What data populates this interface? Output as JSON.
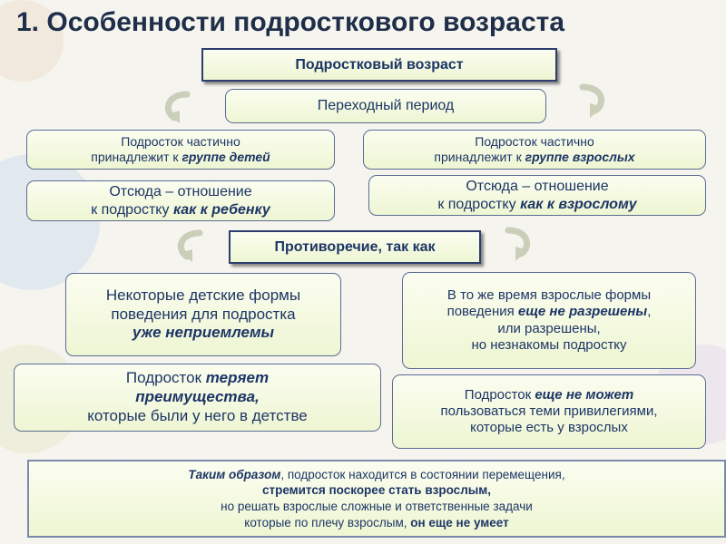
{
  "title": "1. Особенности подросткового возраста",
  "header_box": "Подростковый возраст",
  "transition_box": "Переходный период",
  "left": {
    "group": {
      "line1": "Подросток частично",
      "line2_pre": "принадлежит к ",
      "line2_em": "группе детей"
    },
    "attitude": {
      "line1": "Отсюда – отношение",
      "line2_pre": "к подростку ",
      "line2_em": "как к ребенку"
    },
    "forms": {
      "line1": "Некоторые детские формы",
      "line2": "поведения для подростка",
      "line3_em": "уже неприемлемы"
    },
    "loses": {
      "line1_pre": "Подросток ",
      "line1_em": "теряет",
      "line2_em": "преимущества,",
      "line3": "которые были у него в детстве"
    }
  },
  "right": {
    "group": {
      "line1": "Подросток частично",
      "line2_pre": "принадлежит к ",
      "line2_em": "группе взрослых"
    },
    "attitude": {
      "line1": "Отсюда – отношение",
      "line2_pre": "к подростку ",
      "line2_em": "как к  взрослому"
    },
    "forms": {
      "line1": "В то же время взрослые формы",
      "line2_pre": "поведения ",
      "line2_em": "еще не разрешены",
      "line2_post": ",",
      "line3": "или разрешены,",
      "line4": "но незнакомы подростку"
    },
    "cannot": {
      "line1_pre": "Подросток ",
      "line1_em": "еще не может",
      "line2": "пользоваться теми привилегиями,",
      "line3": "которые есть у взрослых"
    }
  },
  "contradiction_box": "Противоречие, так как",
  "conclusion": {
    "line1_em": "Таким образом",
    "line1_rest": ", подросток находится в состоянии перемещения,",
    "line2": "стремится поскорее стать взрослым,",
    "line3": "но решать взрослые  сложные и ответственные задачи",
    "line4_pre": "которые по плечу взрослым, ",
    "line4_bold": "он еще не умеет"
  },
  "colors": {
    "title": "#1f2f4a",
    "text": "#1d3566",
    "box_fill": "#f4f9e0",
    "box_border": "#5b6d92",
    "arrow": "#c9cfb8"
  },
  "icons": [
    "curved-arrow-icon"
  ]
}
